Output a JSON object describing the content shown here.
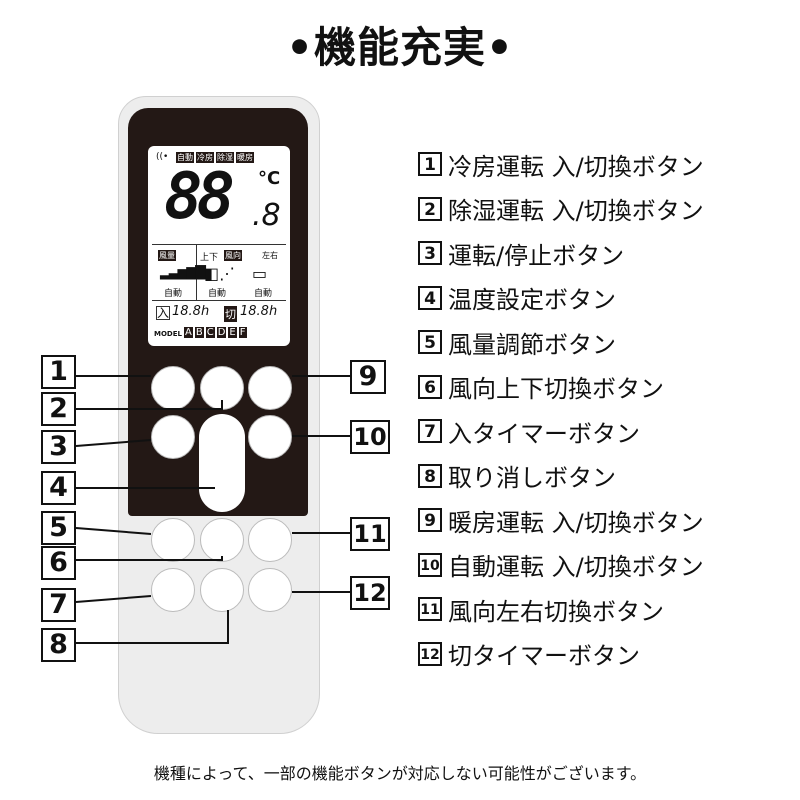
{
  "title": "•機能充実•",
  "lcd": {
    "modes": [
      "自動",
      "冷房",
      "除湿",
      "暖房"
    ],
    "temp": "88",
    "unit": "°C",
    "decimal": ".8",
    "fan_label": "風量",
    "direction_label": "風向",
    "updown": "上下",
    "leftright": "左右",
    "auto": "自動",
    "on_timer": "入",
    "off_timer": "切",
    "timer_value": "18.8h",
    "model": "MODEL",
    "model_letters": [
      "A",
      "B",
      "C",
      "D",
      "E",
      "F"
    ]
  },
  "callouts": [
    "1",
    "2",
    "3",
    "4",
    "5",
    "6",
    "7",
    "8",
    "9",
    "10",
    "11",
    "12"
  ],
  "legend": [
    {
      "n": "1",
      "label": "冷房運転 入/切換ボタン"
    },
    {
      "n": "2",
      "label": "除湿運転 入/切換ボタン"
    },
    {
      "n": "3",
      "label": "運転/停止ボタン"
    },
    {
      "n": "4",
      "label": "温度設定ボタン"
    },
    {
      "n": "5",
      "label": "風量調節ボタン"
    },
    {
      "n": "6",
      "label": "風向上下切換ボタン"
    },
    {
      "n": "7",
      "label": "入タイマーボタン"
    },
    {
      "n": "8",
      "label": "取り消しボタン"
    },
    {
      "n": "9",
      "label": " 暖房運転 入/切換ボタン"
    },
    {
      "n": "10",
      "label": " 自動運転 入/切換ボタン"
    },
    {
      "n": "11",
      "label": " 風向左右切換ボタン"
    },
    {
      "n": "12",
      "label": " 切タイマーボタン"
    }
  ],
  "footer": "機種によって、一部の機能ボタンが対応しない可能性がございます。"
}
